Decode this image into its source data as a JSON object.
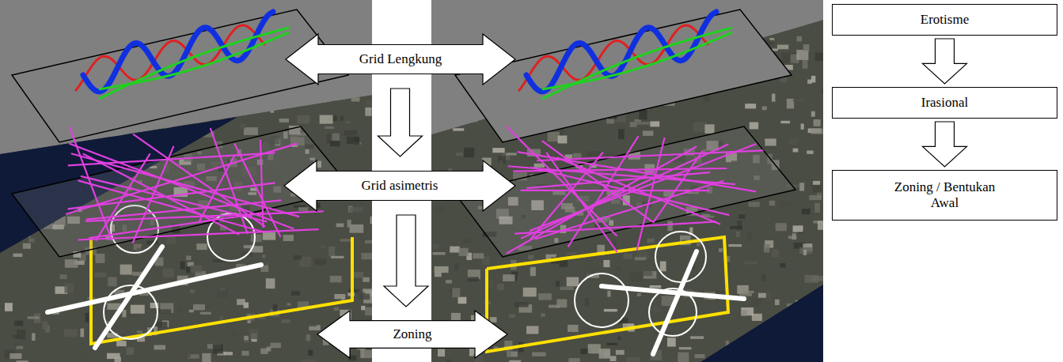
{
  "diagram": {
    "nodes": [
      {
        "text": [
          "Grid Lengkung"
        ]
      },
      {
        "text": [
          "Grid asimetris"
        ]
      },
      {
        "text": [
          "Zoning"
        ]
      },
      {
        "text": [
          "Erotisme"
        ]
      },
      {
        "text": [
          "Irasional"
        ]
      },
      {
        "text": [
          "Zoning / Bentukan Awal"
        ]
      }
    ],
    "edges": [
      {
        "from": 0,
        "to": 1,
        "arrow": "to"
      },
      {
        "from": 1,
        "to": 2,
        "arrow": "to"
      },
      {
        "from": 3,
        "to": 4,
        "arrow": "to"
      },
      {
        "from": 4,
        "to": 5,
        "arrow": "to"
      }
    ]
  }
}
